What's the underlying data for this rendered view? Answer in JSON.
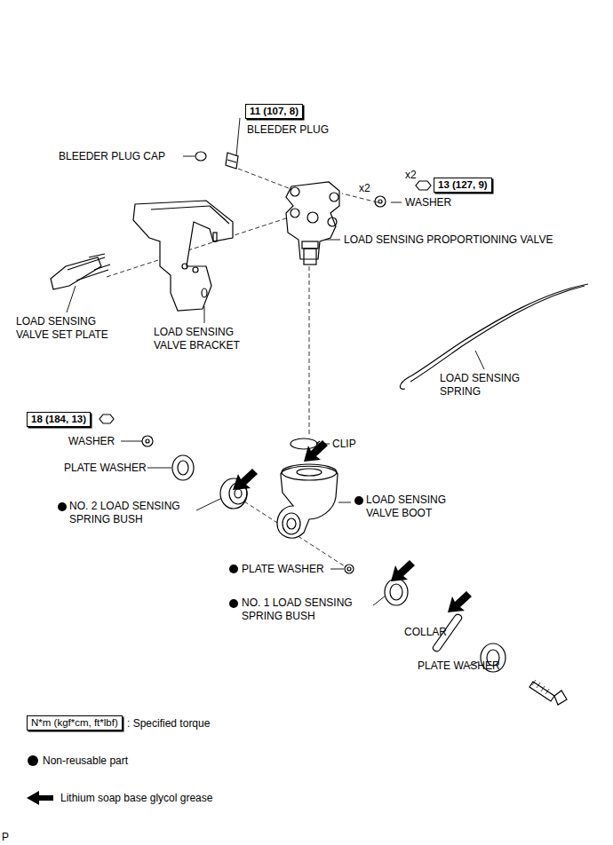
{
  "diagram": {
    "nodes": [
      {
        "text": [
          "11 (107, 8)"
        ]
      },
      {
        "text": [
          "13 (127, 9)"
        ]
      },
      {
        "text": [
          "18 (184, 13)"
        ]
      },
      {
        "text": [
          "N*m (kgf*cm, ft*lbf)"
        ]
      }
    ],
    "edges": [],
    "labels": [
      "BLEEDER PLUG",
      "BLEEDER PLUG CAP",
      "x2",
      "x2",
      "WASHER",
      "LOAD SENSING PROPORTIONING VALVE",
      "LOAD SENSING VALVE SET PLATE",
      "LOAD SENSING VALVE BRACKET",
      "LOAD SENSING SPRING",
      "WASHER",
      "CLIP",
      "PLATE WASHER",
      "NO. 2 LOAD SENSING SPRING BUSH",
      "LOAD SENSING VALVE BOOT",
      "PLATE WASHER",
      "NO. 1 LOAD SENSING SPRING BUSH",
      "COLLAR",
      "PLATE WASHER",
      "P"
    ],
    "legend": [
      {
        "text": ": Specified torque"
      },
      {
        "text": "Non-reusable part"
      },
      {
        "text": "Lithium soap base glycol grease"
      }
    ]
  }
}
